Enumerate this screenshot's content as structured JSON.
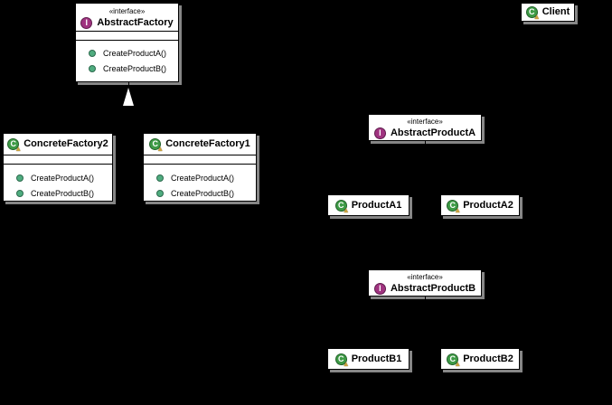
{
  "colors": {
    "background": "#000000",
    "box_fill": "#ffffff",
    "box_border": "#000000",
    "shadow": "#868686",
    "class_icon": "#3e9b46",
    "class_icon_border": "#23632b",
    "interface_icon": "#a03380",
    "interface_icon_border": "#5f1d4d",
    "decorator": "#c9a23f",
    "method_bullet": "#4fac7f",
    "method_bullet_border": "#2d6b4e",
    "arrowhead": "#ffffff"
  },
  "icons": {
    "class_letter": "C",
    "interface_letter": "I",
    "class_decorator": "▲"
  },
  "boxes": [
    {
      "name": "AbstractFactory",
      "stereotype": "«interface»",
      "methods": [
        "CreateProductA()",
        "CreateProductB()"
      ]
    },
    {
      "name": "Client"
    },
    {
      "name": "ConcreteFactory2",
      "methods": [
        "CreateProductA()",
        "CreateProductB()"
      ]
    },
    {
      "name": "ConcreteFactory1",
      "methods": [
        "CreateProductA()",
        "CreateProductB()"
      ]
    },
    {
      "name": "AbstractProductA",
      "stereotype": "«interface»"
    },
    {
      "name": "ProductA1"
    },
    {
      "name": "ProductA2"
    },
    {
      "name": "AbstractProductB",
      "stereotype": "«interface»"
    },
    {
      "name": "ProductB1"
    },
    {
      "name": "ProductB2"
    }
  ]
}
